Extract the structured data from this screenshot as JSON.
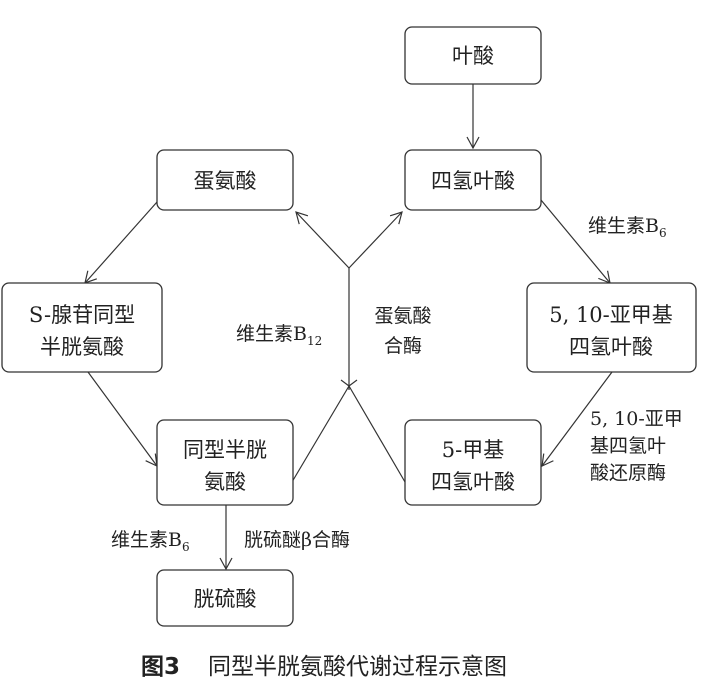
{
  "nodes": {
    "folic_acid": "叶酸",
    "thf": "四氢叶酸",
    "methionine": "蛋氨酸",
    "sam": [
      "S-腺苷同型",
      "半胱氨酸"
    ],
    "methylene_thf": [
      "5, 10-亚甲基",
      "四氢叶酸"
    ],
    "homocysteine": [
      "同型半胱",
      "氨酸"
    ],
    "methyl_thf": [
      "5-甲基",
      "四氢叶酸"
    ],
    "cystathionine": "胱硫酸"
  },
  "labels": {
    "b6_top": {
      "main": "维生素B",
      "sub": "6"
    },
    "b12": {
      "main": "维生素B",
      "sub": "12"
    },
    "methionine_synthase": [
      "蛋氨酸",
      "合酶"
    ],
    "mthfr": [
      "5, 10-亚甲",
      "基四氢叶",
      "酸还原酶"
    ],
    "b6_bottom": {
      "main": "维生素B",
      "sub": "6"
    },
    "cbs": "胱硫醚β合酶"
  },
  "caption": {
    "number": "图3",
    "title": "同型半胱氨酸代谢过程示意图"
  }
}
